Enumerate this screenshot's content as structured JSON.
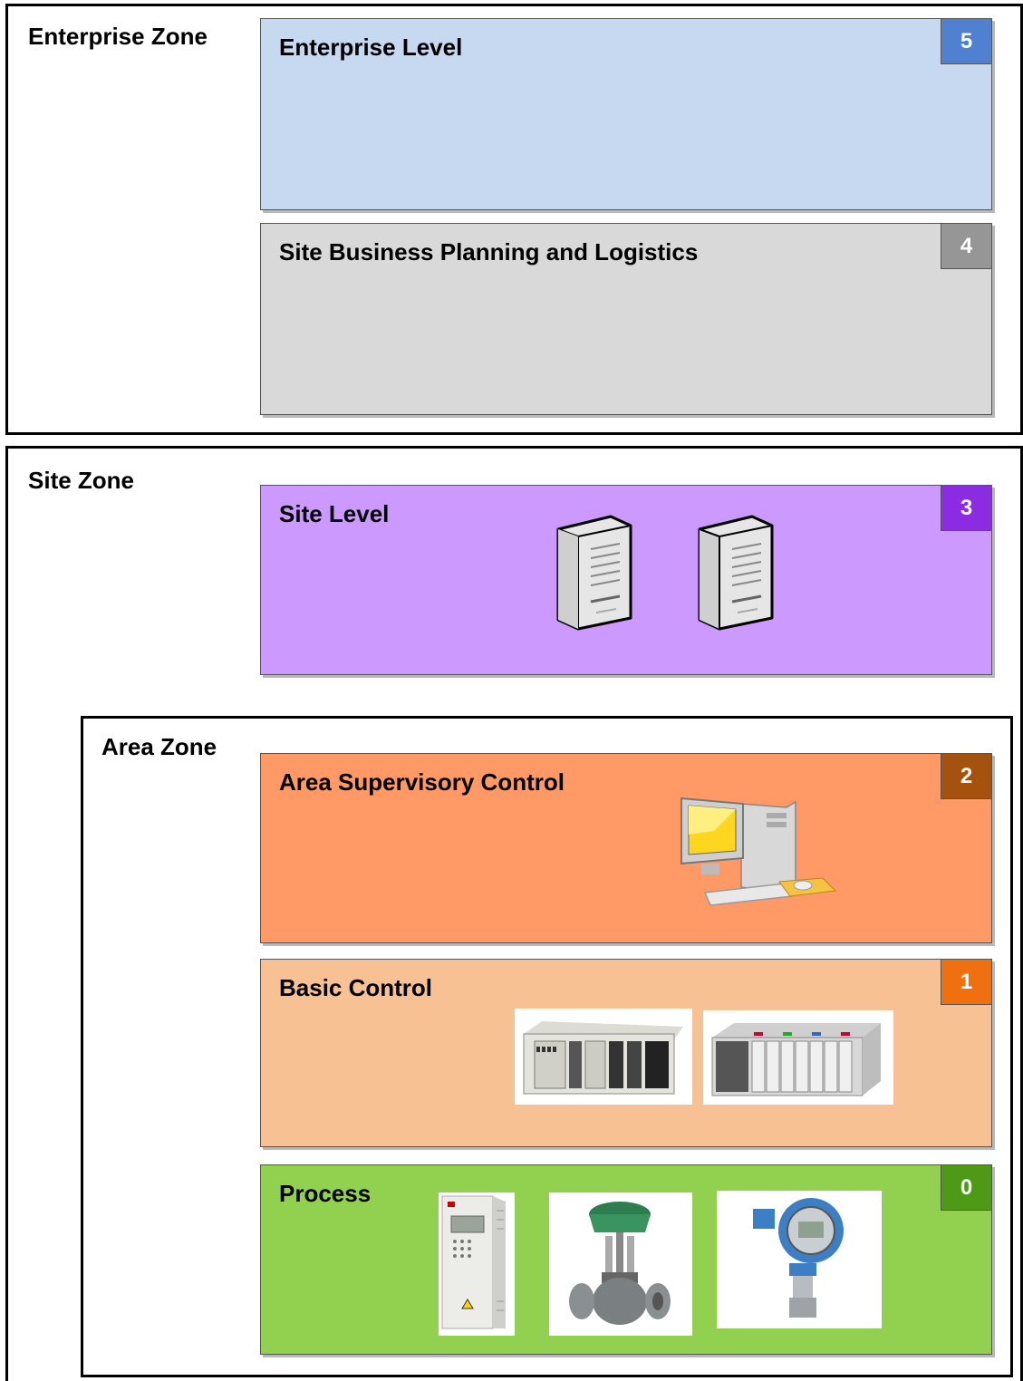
{
  "zones": {
    "enterprise": {
      "label": "Enterprise Zone"
    },
    "site": {
      "label": "Site Zone"
    },
    "area": {
      "label": "Area Zone"
    }
  },
  "levels": [
    {
      "title": "Enterprise Level",
      "number": "5",
      "fill": "#c6d9f1",
      "badge": "#4f81d0"
    },
    {
      "title": "Site Business Planning and Logistics",
      "number": "4",
      "fill": "#d9d9d9",
      "badge": "#969696"
    },
    {
      "title": "Site Level",
      "number": "3",
      "fill": "#cc99ff",
      "badge": "#8b2be2"
    },
    {
      "title": "Area Supervisory Control",
      "number": "2",
      "fill": "#ff9966",
      "badge": "#a5520f"
    },
    {
      "title": "Basic Control",
      "number": "1",
      "fill": "#f8c194",
      "badge": "#f07010"
    },
    {
      "title": "Process",
      "number": "0",
      "fill": "#92d050",
      "badge": "#4e9a16"
    }
  ],
  "icons": {
    "site": [
      "server-icon",
      "server-icon"
    ],
    "supervisory": [
      "workstation-icon"
    ],
    "basic_control": [
      "plc-rack-icon",
      "plc-rack-icon"
    ],
    "process": [
      "variable-frequency-drive-icon",
      "control-valve-icon",
      "pressure-transmitter-icon"
    ]
  }
}
